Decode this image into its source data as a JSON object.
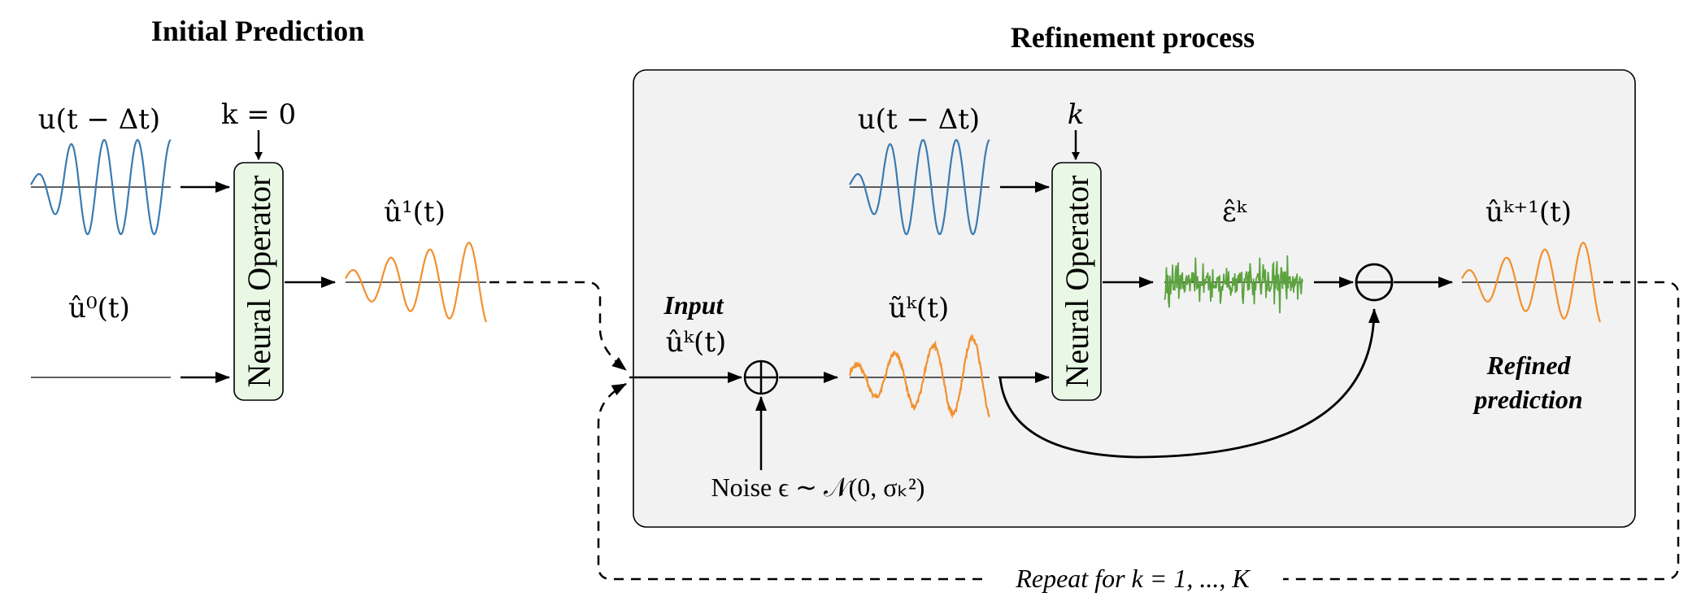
{
  "titles": {
    "initial": "Initial Prediction",
    "refinement": "Refinement process"
  },
  "left": {
    "input_signal_label": "u(t − Δt)",
    "k_label": "k = 0",
    "initial_guess_label": "û⁰(t)",
    "operator_label": "Neural Operator",
    "output_label": "û¹(t)"
  },
  "right": {
    "input_signal_label": "u(t − Δt)",
    "k_label": "k",
    "input_word": "Input",
    "input_label": "ûᵏ(t)",
    "noisy_label": "ũᵏ(t)",
    "operator_label": "Neural Operator",
    "eps_hat_label": "ε̂ᵏ",
    "output_label": "ûᵏ⁺¹(t)",
    "refined_line1": "Refined",
    "refined_line2": "prediction",
    "noise_text": "Noise ϵ ∼ 𝒩(0, σₖ²)"
  },
  "loop_label": "Repeat for k = 1, ..., K",
  "colors": {
    "blue_signal": "#3b7bb0",
    "orange_signal": "#f2902f",
    "green_noise": "#5ca33f",
    "operator_fill": "#e8f8e4",
    "panel_fill": "#f2f2f2"
  }
}
